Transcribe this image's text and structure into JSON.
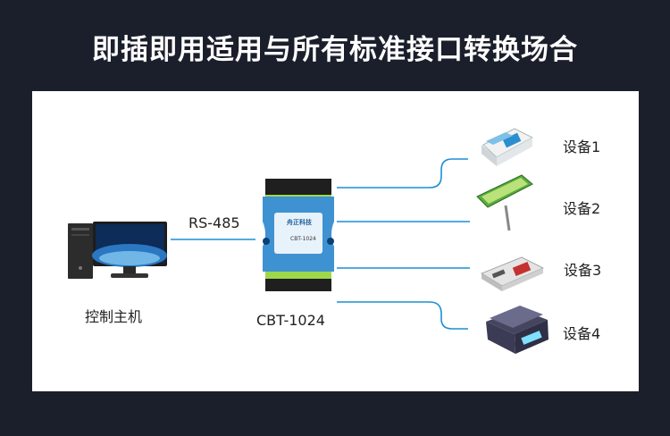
{
  "headline": "即插即用适用与所有标准接口转换场合",
  "host_label": "控制主机",
  "link_label": "RS-485",
  "converter": {
    "model_label": "CBT-1024",
    "logo_text": "舟正科技",
    "panel_text": "CBT-1024"
  },
  "devices": [
    {
      "label": "设备1",
      "icon": "fax-machine-icon"
    },
    {
      "label": "设备2",
      "icon": "led-display-sign-icon"
    },
    {
      "label": "设备3",
      "icon": "card-terminal-icon"
    },
    {
      "label": "设备4",
      "icon": "weighing-scale-icon"
    }
  ],
  "colors": {
    "background": "#1b1f2b",
    "converter_body": "#3f92d2",
    "terminal_green": "#9ed84a",
    "connector_line": "#1a8fd6"
  }
}
